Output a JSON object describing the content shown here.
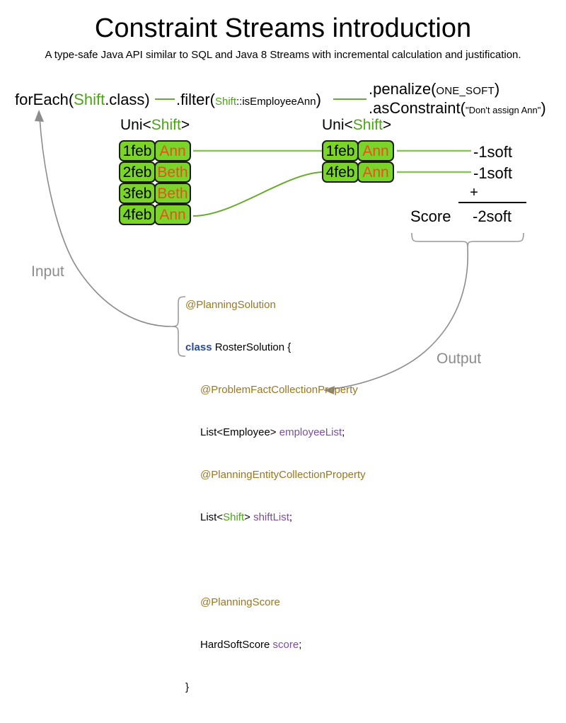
{
  "header": {
    "title": "Constraint Streams introduction",
    "subtitle": "A type-safe Java API similar to SQL and Java 8 Streams with incremental calculation and justification."
  },
  "pipeline": {
    "foreach": {
      "prefix": "forEach(",
      "type": "Shift",
      "suffix": ".class)"
    },
    "filter": {
      "prefix": ".filter(",
      "type": "Shift",
      "method": "::isEmployeeAnn",
      "suffix": ")"
    },
    "penalize": {
      "prefix": ".penalize(",
      "arg": "ONE_SOFT",
      "suffix": ")"
    },
    "as_constraint": {
      "prefix": ".asConstraint(",
      "arg": "\"Don't assign Ann\"",
      "suffix": ")"
    }
  },
  "streams": {
    "left": {
      "label_prefix": "Uni<",
      "label_type": "Shift",
      "label_suffix": ">",
      "rows": [
        {
          "date": "1feb",
          "employee": "Ann"
        },
        {
          "date": "2feb",
          "employee": "Beth"
        },
        {
          "date": "3feb",
          "employee": "Beth"
        },
        {
          "date": "4feb",
          "employee": "Ann"
        }
      ]
    },
    "right": {
      "label_prefix": "Uni<",
      "label_type": "Shift",
      "label_suffix": ">",
      "rows": [
        {
          "date": "1feb",
          "employee": "Ann"
        },
        {
          "date": "4feb",
          "employee": "Ann"
        }
      ]
    }
  },
  "score": {
    "penalties": [
      "-1soft",
      "-1soft"
    ],
    "operator": "+",
    "label": "Score",
    "total": "-2soft"
  },
  "flow": {
    "input_label": "Input",
    "output_label": "Output"
  },
  "code": {
    "annotation_planning_solution": "@PlanningSolution",
    "keyword_class": "class",
    "class_name": " RosterSolution {",
    "annotation_problem_fact": "@ProblemFactCollectionProperty",
    "employee_list_type": "List<Employee> ",
    "employee_list_name": "employeeList",
    "employee_list_semi": ";",
    "annotation_planning_entity": "@PlanningEntityCollectionProperty",
    "shift_list_type_open": "List<",
    "shift_list_type": "Shift",
    "shift_list_type_close": "> ",
    "shift_list_name": "shiftList",
    "shift_list_semi": ";",
    "annotation_planning_score": "@PlanningScore",
    "score_type": "HardSoftScore ",
    "score_name": "score",
    "score_semi": ";",
    "closing_brace": "}"
  },
  "colors": {
    "shift_green": "#4ba515",
    "box_fill": "#7bd42a",
    "employee_orange": "#e8521a",
    "annotation_gold": "#9a7720",
    "keyword_blue": "#2b4a9b",
    "field_purple": "#7c4ca0",
    "wire_green": "#8dc45a",
    "arrow_gray": "#8c8c8c"
  }
}
